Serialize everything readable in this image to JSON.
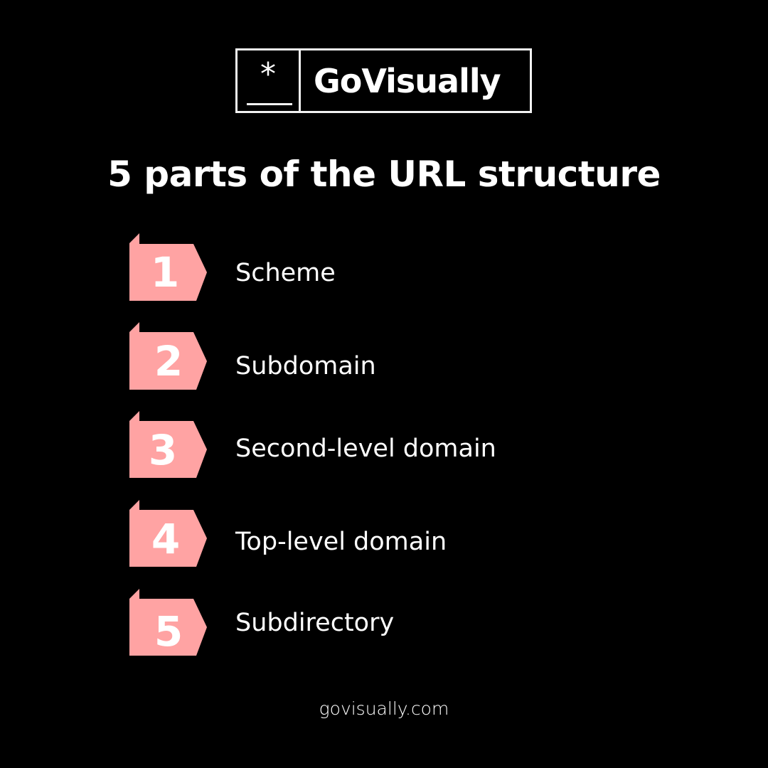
{
  "brand": {
    "logo_mark": "*",
    "name": "GoVisually"
  },
  "title": "5 parts of the URL structure",
  "colors": {
    "background": "#000000",
    "badge": "#FFA3A3",
    "text": "#FFFFFF"
  },
  "items": [
    {
      "number": "1",
      "label": "Scheme"
    },
    {
      "number": "2",
      "label": "Subdomain"
    },
    {
      "number": "3",
      "label": "Second-level domain"
    },
    {
      "number": "4",
      "label": "Top-level domain"
    },
    {
      "number": "5",
      "label": "Subdirectory"
    }
  ],
  "footer": {
    "website": "govisually.com"
  }
}
